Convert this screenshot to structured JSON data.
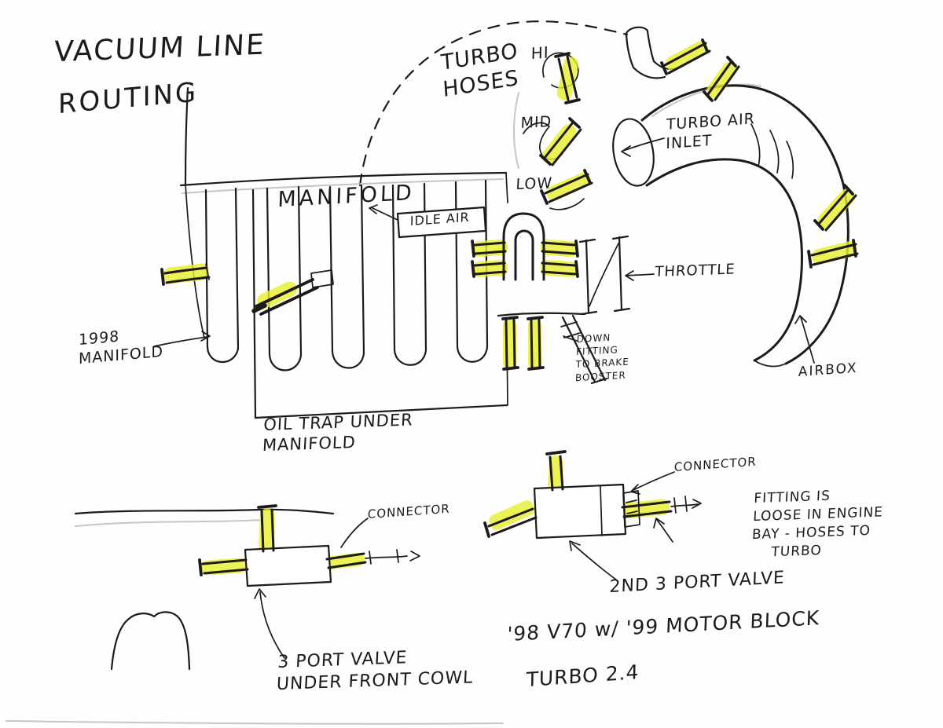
{
  "title": {
    "line1": "VACUUM LINE",
    "line2": "ROUTING"
  },
  "labels": {
    "turbo_hoses": "TURBO\nHOSES",
    "hi": "HI",
    "mid": "MID",
    "low": "LOW",
    "turbo_air_inlet": "TURBO AIR\nINLET",
    "manifold": "MANIFOLD",
    "idle_air": "IDLE AIR",
    "throttle": "THROTTLE",
    "manifold_1998": "1998\nMANIFOLD",
    "oil_trap": "OIL TRAP UNDER\nMANIFOLD",
    "down_fitting": "DOWN\nFITTING\nTO BRAKE\nBOOSTER",
    "airbox": "AIRBOX",
    "connector_1": "CONNECTOR",
    "connector_2": "CONNECTOR",
    "valve_1": "3 PORT VALVE\nUNDER FRONT COWL",
    "valve_2": "2ND 3 PORT VALVE",
    "fitting_loose": "FITTING IS\nLOOSE IN ENGINE\nBAY - HOSES TO\n    TURBO",
    "car_note": "'98 V70 w/ '99 MOTOR BLOCK",
    "turbo_note": "TURBO 2.4"
  },
  "colors": {
    "highlight": "#e7ef2b",
    "ink": "#1c1b1a",
    "pencil": "#c8c6c0",
    "paper": "#fefefe"
  }
}
